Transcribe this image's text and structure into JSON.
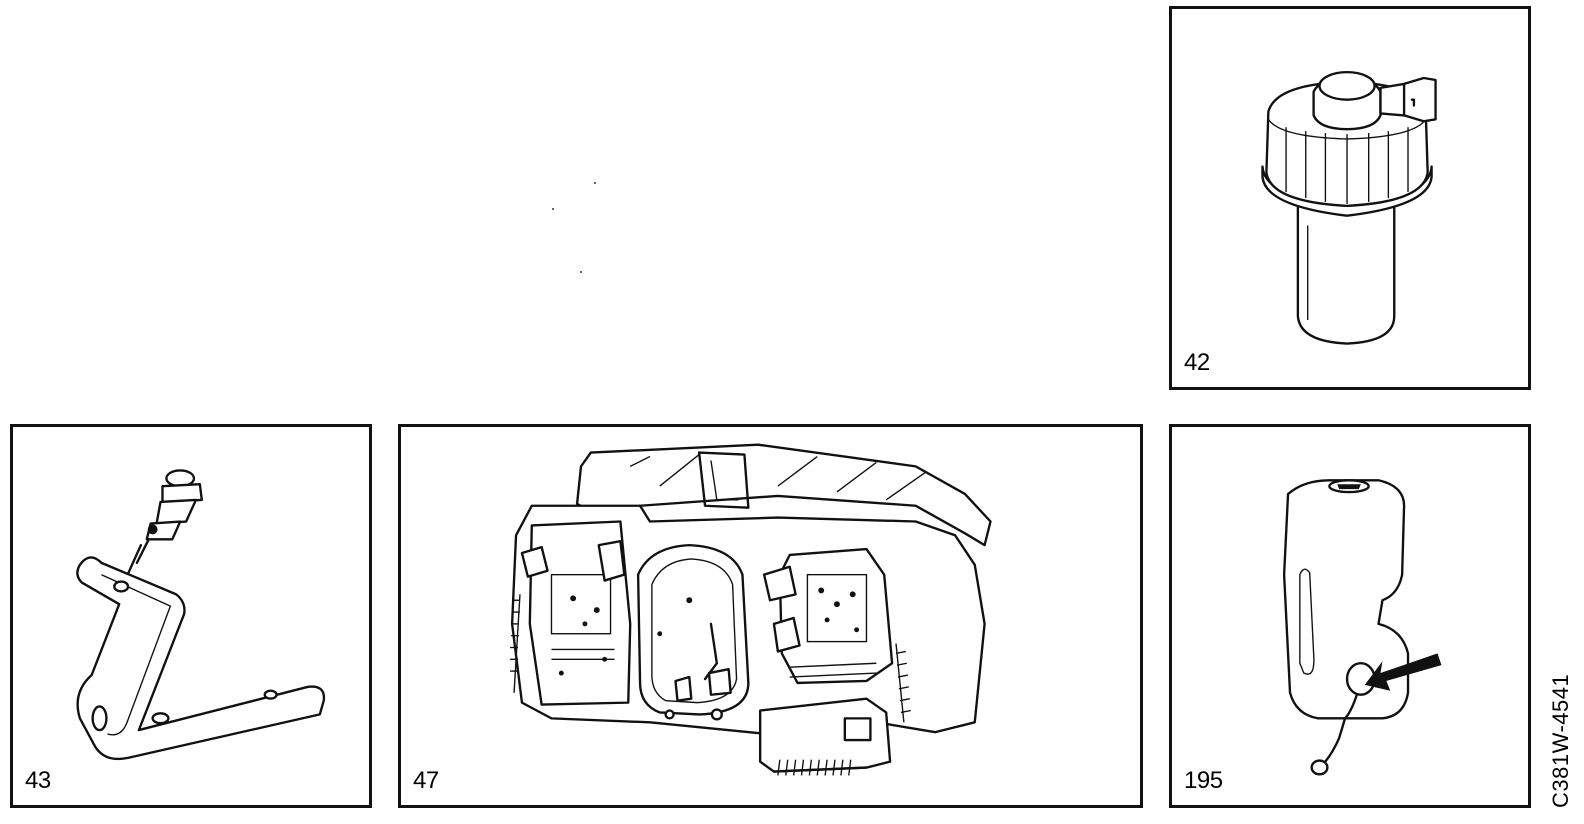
{
  "panels": [
    {
      "id": "42",
      "label": "42",
      "part": "filter-canister"
    },
    {
      "id": "43",
      "label": "43",
      "part": "bracket-with-sensor"
    },
    {
      "id": "47",
      "label": "47",
      "part": "instrument-cluster"
    },
    {
      "id": "195",
      "label": "195",
      "part": "washer-reservoir"
    }
  ],
  "reference_code": "C381W-4541"
}
